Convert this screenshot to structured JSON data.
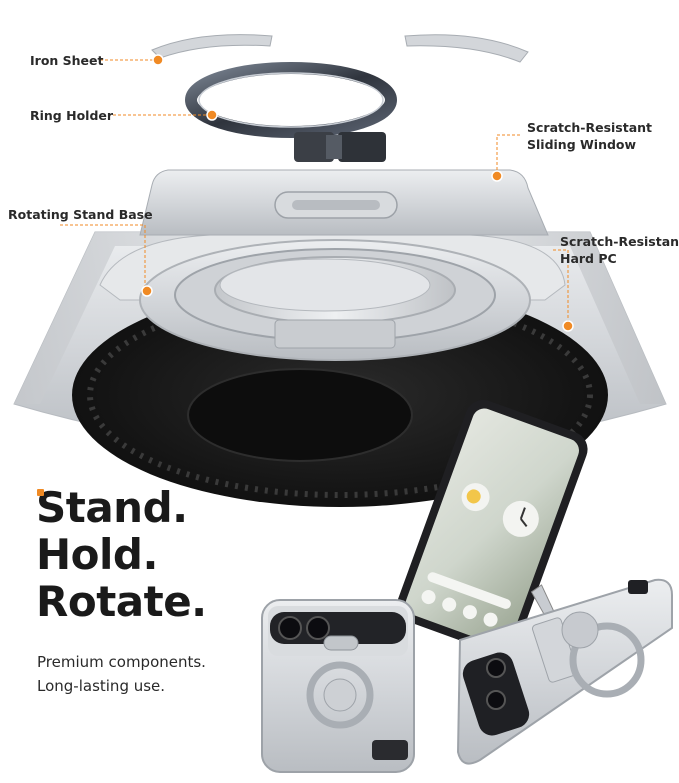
{
  "callouts": {
    "iron_sheet": "Iron Sheet",
    "ring_holder": "Ring Holder",
    "sliding_window_line1": "Scratch-Resistant",
    "sliding_window_line2": "Sliding Window",
    "rotating_stand_base": "Rotating Stand Base",
    "hard_pc_line1": "Scratch-Resistant",
    "hard_pc_line2": "Hard PC"
  },
  "headline": {
    "line1": "Stand.",
    "line2": "Hold.",
    "line3": "Rotate."
  },
  "subcopy": {
    "line1": "Premium components.",
    "line2": "Long-lasting use."
  },
  "colors": {
    "accent": "#f08a24",
    "case_silver": "#d4d6d9",
    "dark_interior": "#1e1e1e",
    "ring_dark": "#3a3f4a"
  },
  "icons": [
    "leader-dot-icon",
    "camera-lens-icon",
    "ring-stand-icon",
    "phone-screen-widgets"
  ]
}
